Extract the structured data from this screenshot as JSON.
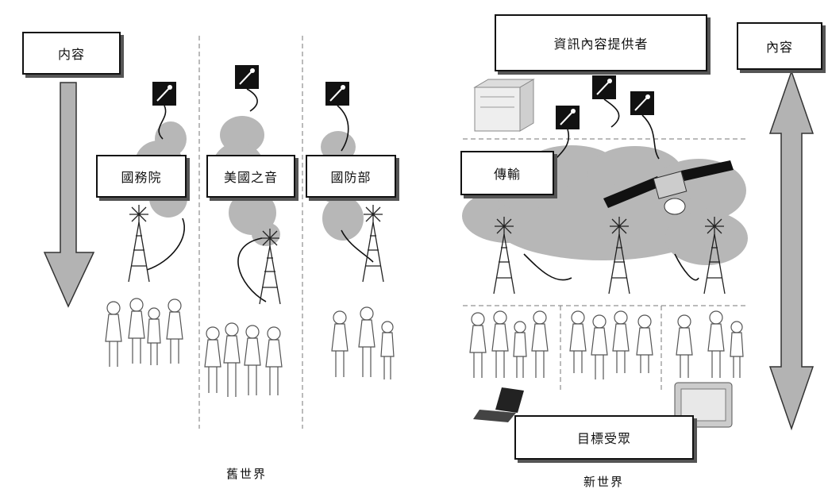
{
  "old_world": {
    "content_label": "内容",
    "sources": [
      "國務院",
      "美國之音",
      "國防部"
    ],
    "caption": "舊世界"
  },
  "new_world": {
    "provider_label": "資訊內容提供者",
    "content_label": "內容",
    "transport_label": "傳輸",
    "audience_label": "目標受眾",
    "caption": "新世界"
  },
  "icons": [
    "microphone-icon",
    "cloud-icon",
    "radio-tower-icon",
    "crowd-icon",
    "server-icon",
    "satellite-icon",
    "laptop-icon",
    "monitor-icon",
    "down-arrow-icon",
    "double-arrow-icon"
  ]
}
